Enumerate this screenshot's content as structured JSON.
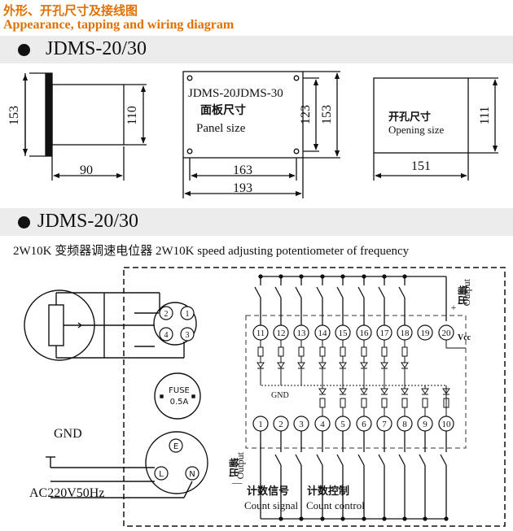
{
  "header": {
    "title_cn": "外形、开孔尺寸及接线图",
    "title_en": "Appearance, tapping and wiring diagram"
  },
  "section1": {
    "model": "JDMS-20/30",
    "side_view": {
      "height": "153",
      "inner_height": "110",
      "depth": "90"
    },
    "panel": {
      "model_text": "JDMS-20JDMS-30",
      "label_cn": "面板尺寸",
      "label_en": "Panel size",
      "inner_height": "123",
      "outer_height": "153",
      "inner_width": "163",
      "outer_width": "193"
    },
    "opening": {
      "label_cn": "开孔尺寸",
      "label_en": "Opening size",
      "height": "111",
      "width": "151"
    }
  },
  "section2": {
    "model": "JDMS-20/30",
    "pot_caption": "2W10K 变频器调速电位器 2W10K speed adjusting potentiometer of frequency",
    "connector_pins": [
      "1",
      "2",
      "3",
      "4"
    ],
    "fuse": {
      "line1": "FUSE",
      "line2": "0.5A"
    },
    "power_pins": [
      "E",
      "L",
      "N"
    ],
    "gnd_label": "GND",
    "supply_label": "AC220V50Hz",
    "terminals_top": [
      "11",
      "12",
      "13",
      "14",
      "15",
      "16",
      "17",
      "18",
      "19",
      "20"
    ],
    "terminals_bottom": [
      "1",
      "2",
      "3",
      "4",
      "5",
      "6",
      "7",
      "8",
      "9",
      "10"
    ],
    "vcc_label": "Vcc",
    "internal_gnd_label": "GND",
    "output_top_cn": "输出",
    "output_top_en": "Output",
    "output_top_sign": "+",
    "output_bottom_cn": "输出",
    "output_bottom_en": "Output",
    "output_bottom_sign": "—",
    "count_signal_cn": "计数信号",
    "count_signal_en": "Count signal",
    "count_control_cn": "计数控制",
    "count_control_en": "Count control"
  }
}
